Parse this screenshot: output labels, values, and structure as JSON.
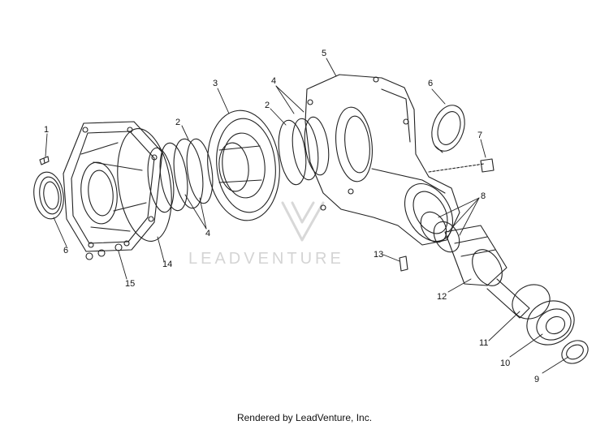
{
  "callouts": [
    "1",
    "2",
    "2",
    "3",
    "4",
    "4",
    "5",
    "6",
    "6",
    "7",
    "8",
    "9",
    "10",
    "11",
    "12",
    "13",
    "14",
    "15"
  ],
  "watermark": "LEADVENTURE",
  "footer": "Rendered by LeadVenture, Inc."
}
